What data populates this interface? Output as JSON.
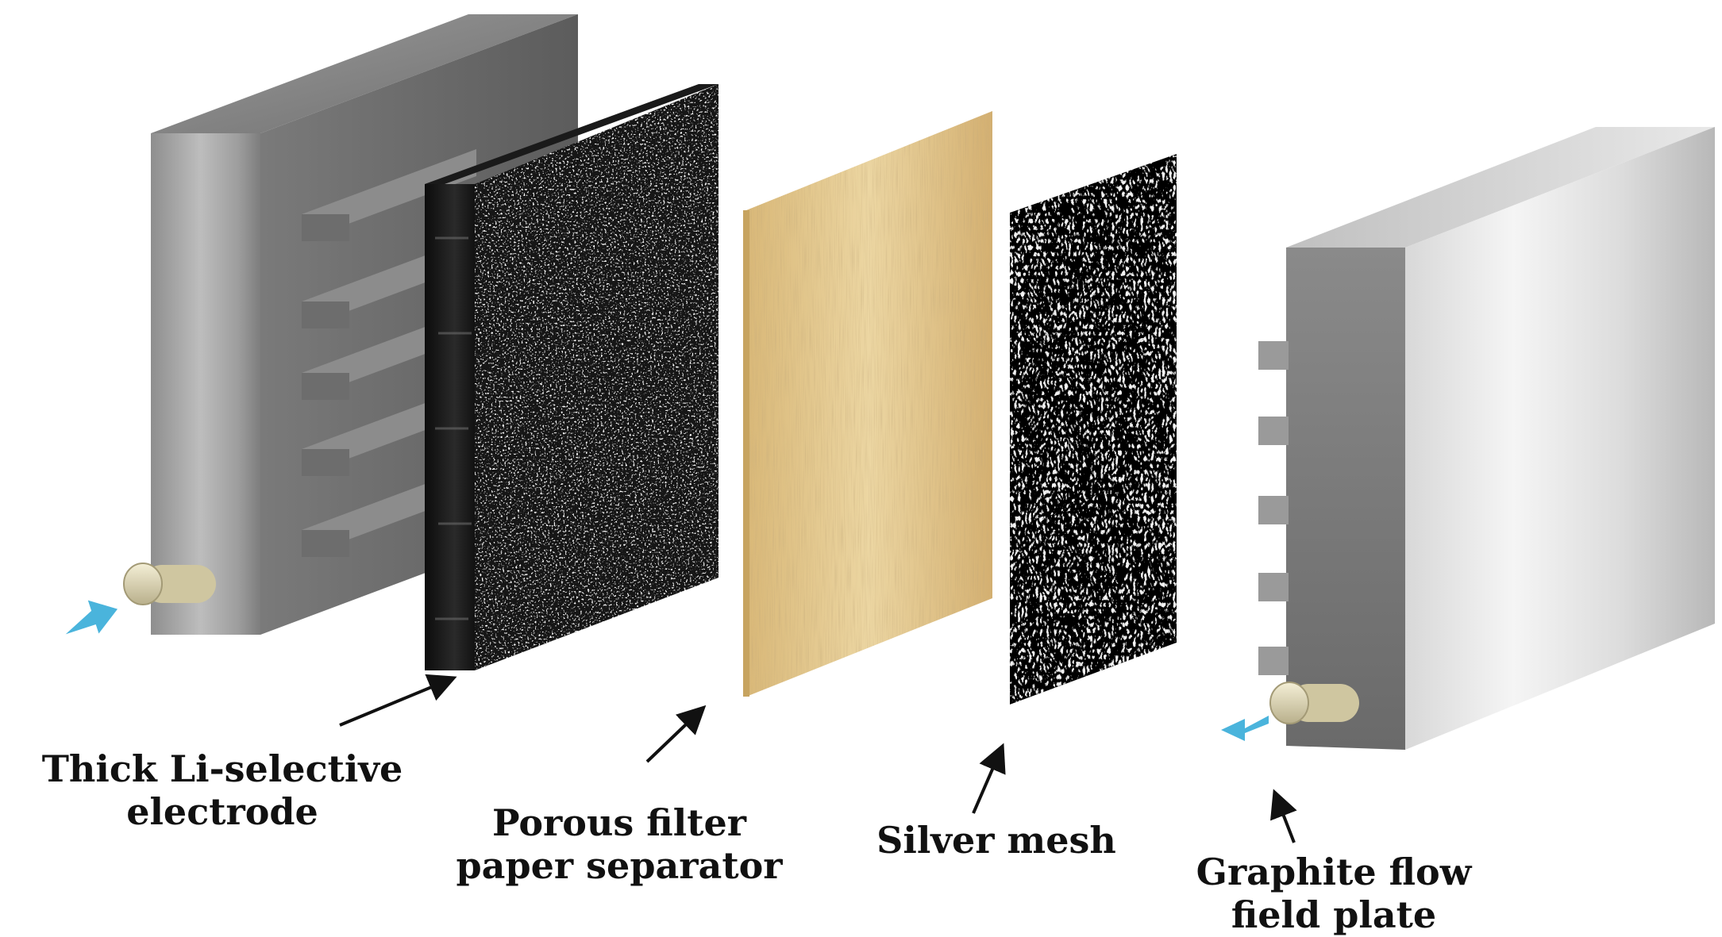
{
  "labels": {
    "electrode": {
      "line1": "Thick Li-selective",
      "line2": "electrode"
    },
    "separator": {
      "line1": "Porous filter",
      "line2": "paper separator"
    },
    "mesh": {
      "line1": "Silver mesh"
    },
    "plate": {
      "line1": "Graphite flow",
      "line2": "field plate"
    }
  },
  "components": [
    {
      "id": "left-plate",
      "icon": "graphite-block"
    },
    {
      "id": "li-electrode",
      "icon": "porous-black-slab"
    },
    {
      "id": "filter-paper",
      "icon": "tan-paper-sheet"
    },
    {
      "id": "silver-mesh",
      "icon": "speckled-mesh-sheet"
    },
    {
      "id": "right-plate",
      "icon": "graphite-block"
    }
  ],
  "colors": {
    "flow_arrow": "#4ab4dc",
    "filter_paper": "#e6c98e",
    "electrode": "#141414",
    "plate": "#a9a9a9",
    "label_text": "#111111"
  }
}
